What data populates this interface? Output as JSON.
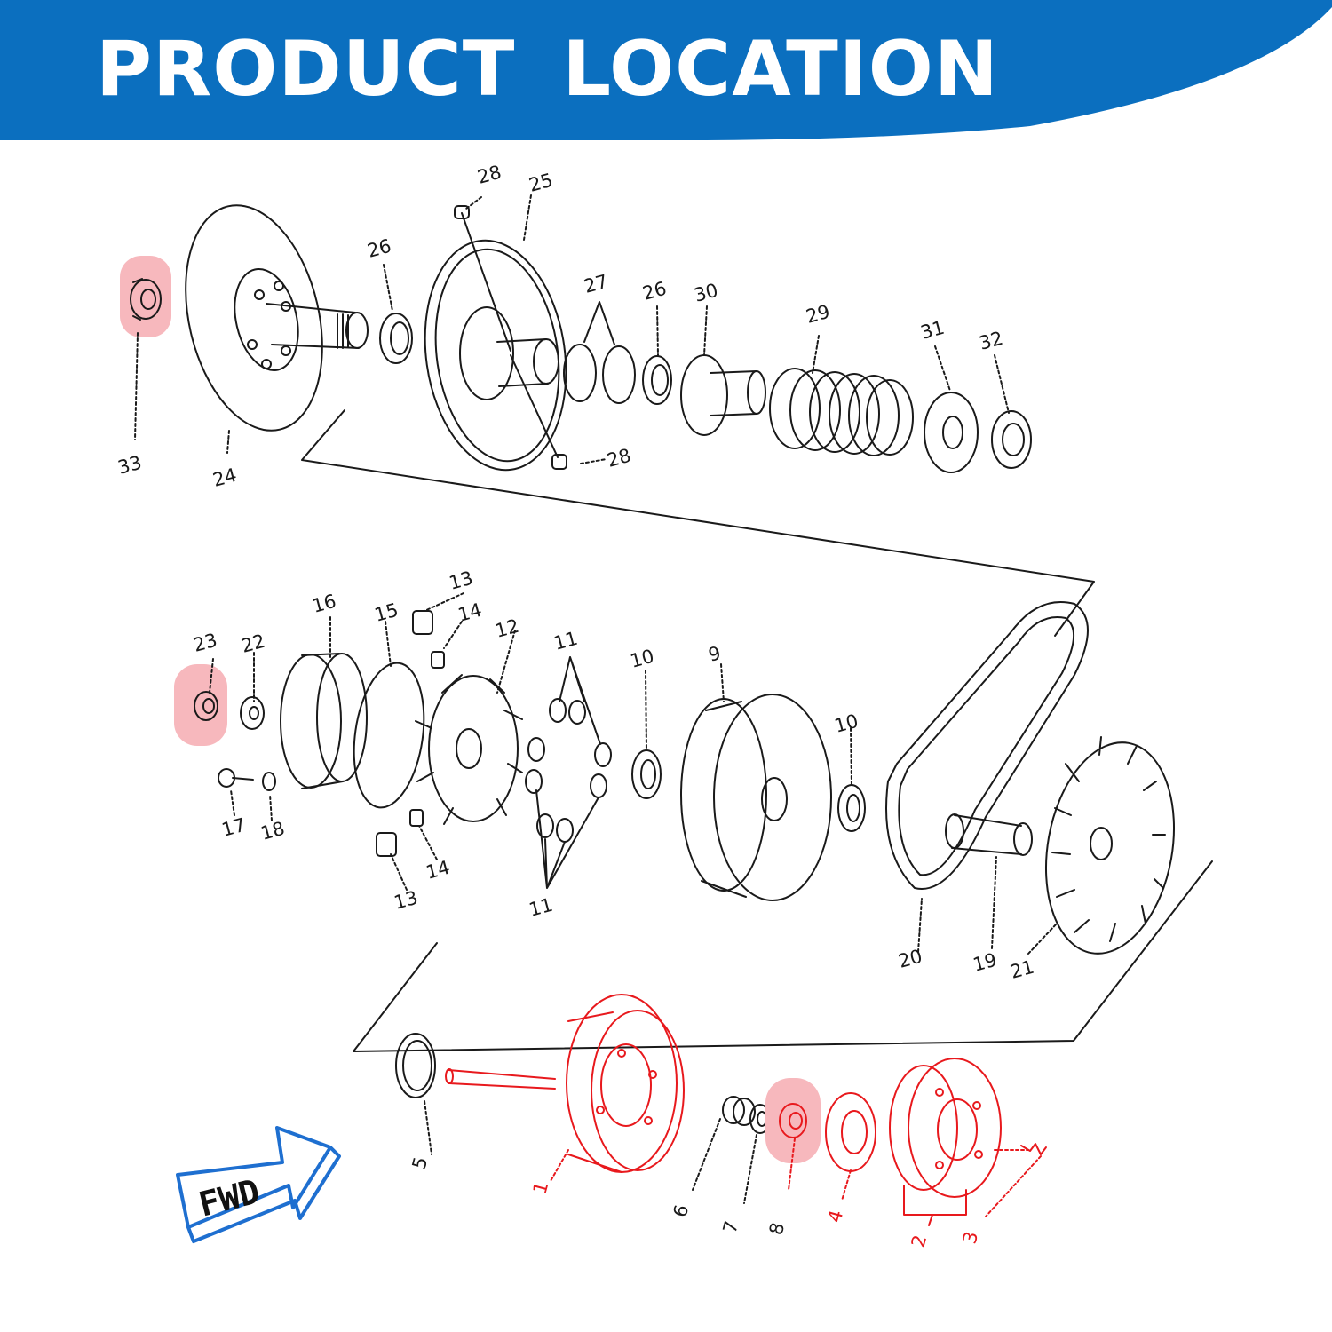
{
  "banner": {
    "title": "PRODUCT LOCATION",
    "color": "#0b6fbf"
  },
  "colors": {
    "line": "#1a1a1a",
    "highlight_part": "#e8191d",
    "location_marker": "#f7b8bd",
    "fwd_arrow": "#1e6fd0"
  },
  "fwd_label": "FWD",
  "labels": {
    "p1": "1",
    "p2": "2",
    "p3": "3",
    "p4": "4",
    "p5": "5",
    "p6": "6",
    "p7": "7",
    "p8": "8",
    "p9": "9",
    "p10a": "10",
    "p10b": "10",
    "p11a": "11",
    "p11b": "11",
    "p12": "12",
    "p13a": "13",
    "p13b": "13",
    "p14a": "14",
    "p14b": "14",
    "p15": "15",
    "p16": "16",
    "p17": "17",
    "p18": "18",
    "p19": "19",
    "p20": "20",
    "p21": "21",
    "p22": "22",
    "p23": "23",
    "p24": "24",
    "p25": "25",
    "p26a": "26",
    "p26b": "26",
    "p27": "27",
    "p28a": "28",
    "p28b": "28",
    "p29": "29",
    "p30": "30",
    "p31": "31",
    "p32": "32",
    "p33": "33"
  }
}
